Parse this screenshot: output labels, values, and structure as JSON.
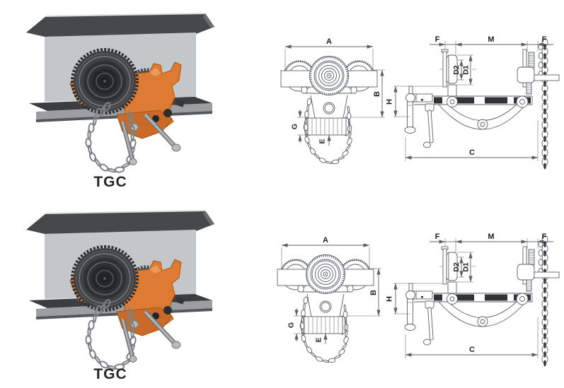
{
  "page": {
    "background": "#ffffff",
    "description": "Product sheet: TGC trolley girder clamp, 3D renders with dimensioned front and side engineering drawings"
  },
  "palette": {
    "drawing_line": "#5c6167",
    "label_color": "#1f1f1f",
    "clamp_orange": "#dd7b35",
    "clamp_orange_dark": "#a35617",
    "clamp_orange_deep": "#c96a28",
    "beam_web_gray": "#c4c7c9",
    "beam_flange_dark": "#45484b",
    "beam_flange_mid": "#9b9fa2",
    "wheel_dark": "#3f4144",
    "chain_silver": "#7e8286"
  },
  "rows": [
    {
      "model_label": "TGC",
      "front_view": {
        "dim_a": "A",
        "dim_b": "B",
        "dim_g": "G",
        "dim_e": "E"
      },
      "side_view": {
        "dim_f_left": "F",
        "dim_m": "M",
        "dim_f_right": "F",
        "dim_d2": "D2",
        "dim_d1": "D1",
        "dim_h": "H",
        "dim_c": "C"
      }
    },
    {
      "model_label": "TGC",
      "front_view": {
        "dim_a": "A",
        "dim_b": "B",
        "dim_g": "G",
        "dim_e": "E"
      },
      "side_view": {
        "dim_f_left": "F",
        "dim_m": "M",
        "dim_f_right": "F",
        "dim_d2": "D2",
        "dim_d1": "D1",
        "dim_h": "H",
        "dim_c": "C"
      }
    }
  ]
}
